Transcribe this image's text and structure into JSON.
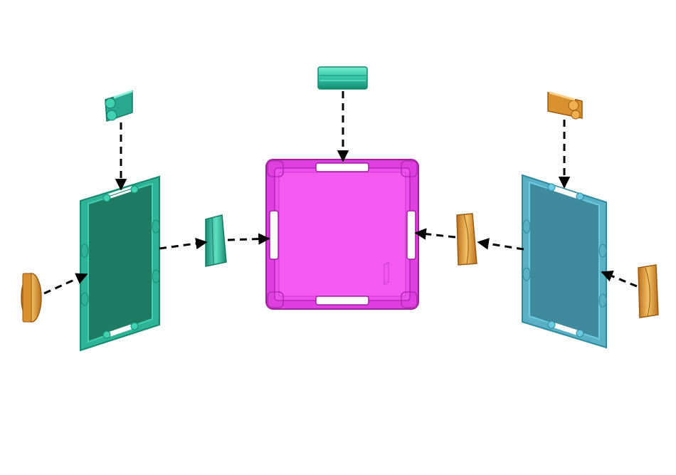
{
  "diagram": {
    "kind": "exploded assembly view",
    "parts": [
      {
        "id": "center-panel",
        "shape": "square frame panel",
        "color": "#e94fe9"
      },
      {
        "id": "left-panel",
        "shape": "rectangular frame panel",
        "color": "#2aa88f"
      },
      {
        "id": "right-panel",
        "shape": "rectangular frame panel",
        "color": "#4a98ac"
      },
      {
        "id": "top-center-connector",
        "shape": "straight clip",
        "color": "#2fc5a5"
      },
      {
        "id": "left-top-connector",
        "shape": "double-tube clip",
        "color": "#2aa88f"
      },
      {
        "id": "left-center-connector",
        "shape": "straight clip",
        "color": "#2aa88f"
      },
      {
        "id": "left-side-connector",
        "shape": "curved clip",
        "color": "#e0a23c"
      },
      {
        "id": "right-top-connector",
        "shape": "double-tube clip",
        "color": "#d9902f"
      },
      {
        "id": "right-center-connector",
        "shape": "curved clip",
        "color": "#d9902f"
      },
      {
        "id": "right-side-connector",
        "shape": "curved clip",
        "color": "#d9902f"
      }
    ],
    "arrow_style": "dashed black with arrowhead"
  }
}
